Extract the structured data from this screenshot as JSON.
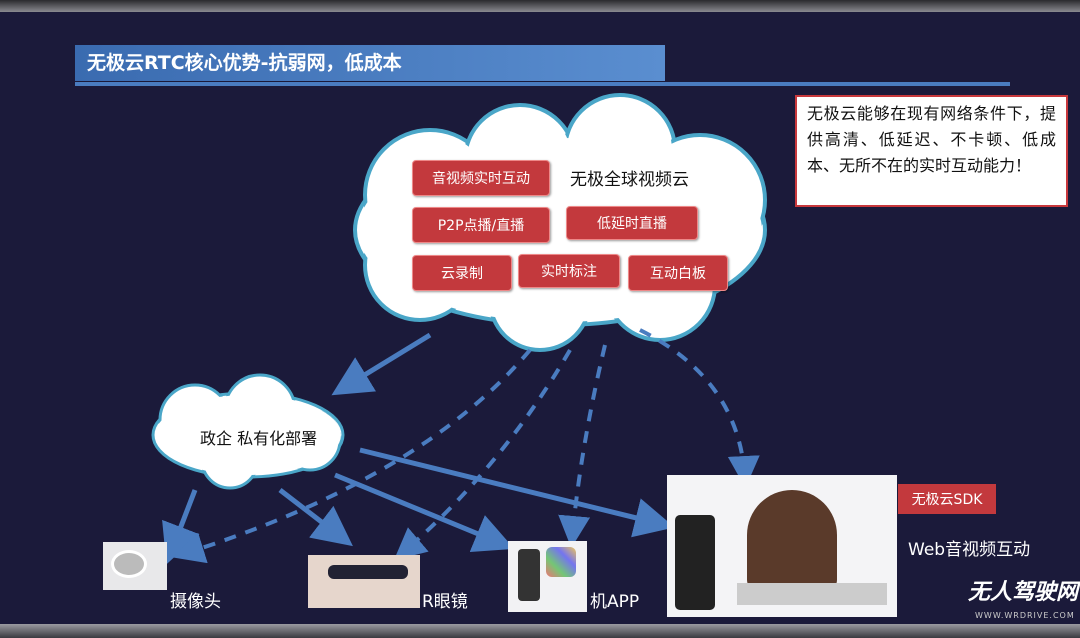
{
  "title": "无极云RTC核心优势-抗弱网，低成本",
  "note": "无极云能够在现有网络条件下，提供高清、低延迟、不卡顿、低成本、无所不在的实时互动能力！",
  "main_cloud": {
    "title": "无极全球视频云",
    "features": [
      "音视频实时互动",
      "P2P点播/直播",
      "低延时直播",
      "云录制",
      "实时标注",
      "互动白板"
    ]
  },
  "private_cloud": "政企 私有化部署",
  "devices": {
    "camera": "摄像头",
    "vr": "R眼镜",
    "app": "机APP",
    "web": "Web音视频互动"
  },
  "sdk_badge": "无极云SDK",
  "watermark": {
    "logo": "无人驾驶网",
    "url": "WWW.WRDRIVE.COM"
  },
  "colors": {
    "background": "#1b1a3a",
    "accent_red": "#c3393d",
    "accent_blue": "#4a7cc0"
  }
}
